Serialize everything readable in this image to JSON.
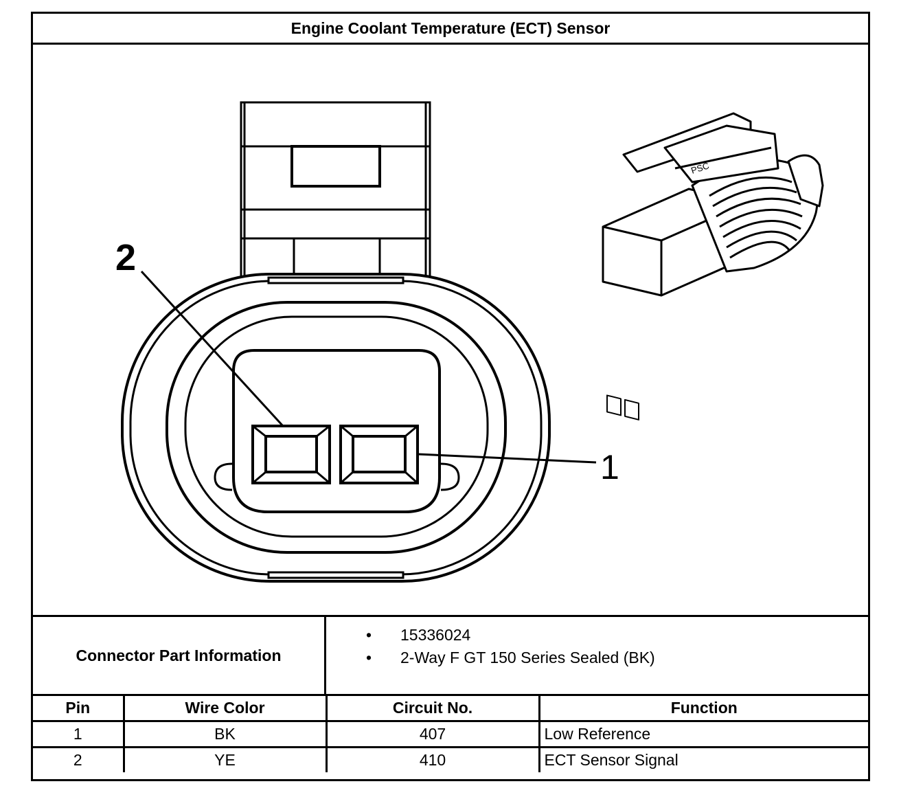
{
  "title": "Engine Coolant Temperature (ECT) Sensor",
  "diagram": {
    "callout_pin_2": "2",
    "callout_pin_1": "1",
    "insert_text": "PSC"
  },
  "connector_info": {
    "label": "Connector Part Information",
    "bullet": "•",
    "items": [
      "15336024",
      "2-Way F GT 150 Series Sealed (BK)"
    ]
  },
  "pin_table": {
    "headers": [
      "Pin",
      "Wire Color",
      "Circuit No.",
      "Function"
    ],
    "rows": [
      [
        "1",
        "BK",
        "407",
        "Low Reference"
      ],
      [
        "2",
        "YE",
        "410",
        "ECT Sensor Signal"
      ]
    ]
  }
}
